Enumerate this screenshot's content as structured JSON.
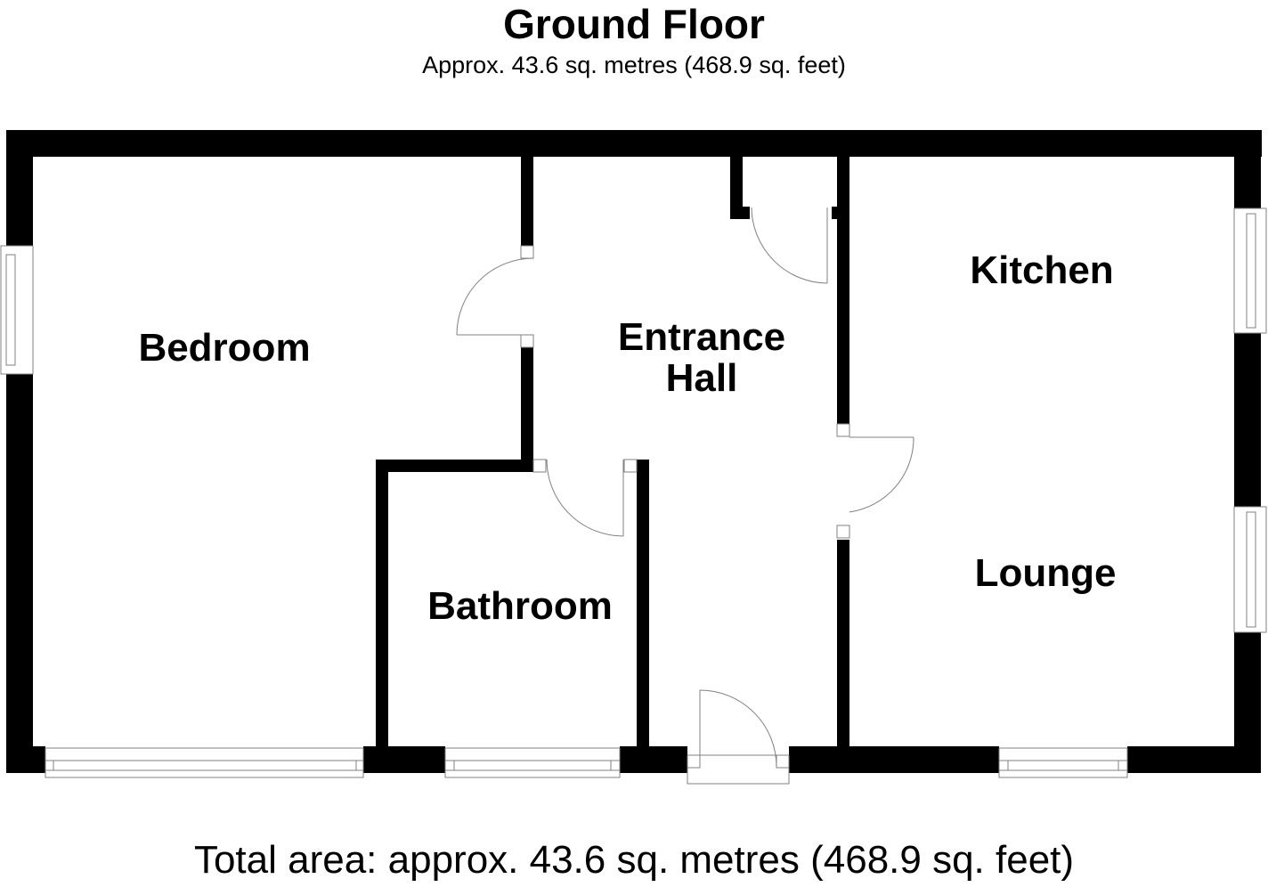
{
  "header": {
    "title": "Ground Floor",
    "subtitle": "Approx. 43.6 sq. metres (468.9 sq. feet)"
  },
  "rooms": [
    {
      "name": "Bedroom",
      "label": "Bedroom"
    },
    {
      "name": "Entrance Hall",
      "label_line1": "Entrance",
      "label_line2": "Hall"
    },
    {
      "name": "Bathroom",
      "label": "Bathroom"
    },
    {
      "name": "Kitchen",
      "label": "Kitchen"
    },
    {
      "name": "Lounge",
      "label": "Lounge"
    }
  ],
  "footer": {
    "total_area": "Total area: approx. 43.6 sq. metres (468.9 sq. feet)"
  },
  "colors": {
    "wall": "#000000",
    "background": "#ffffff",
    "fixture_line": "#808080"
  }
}
